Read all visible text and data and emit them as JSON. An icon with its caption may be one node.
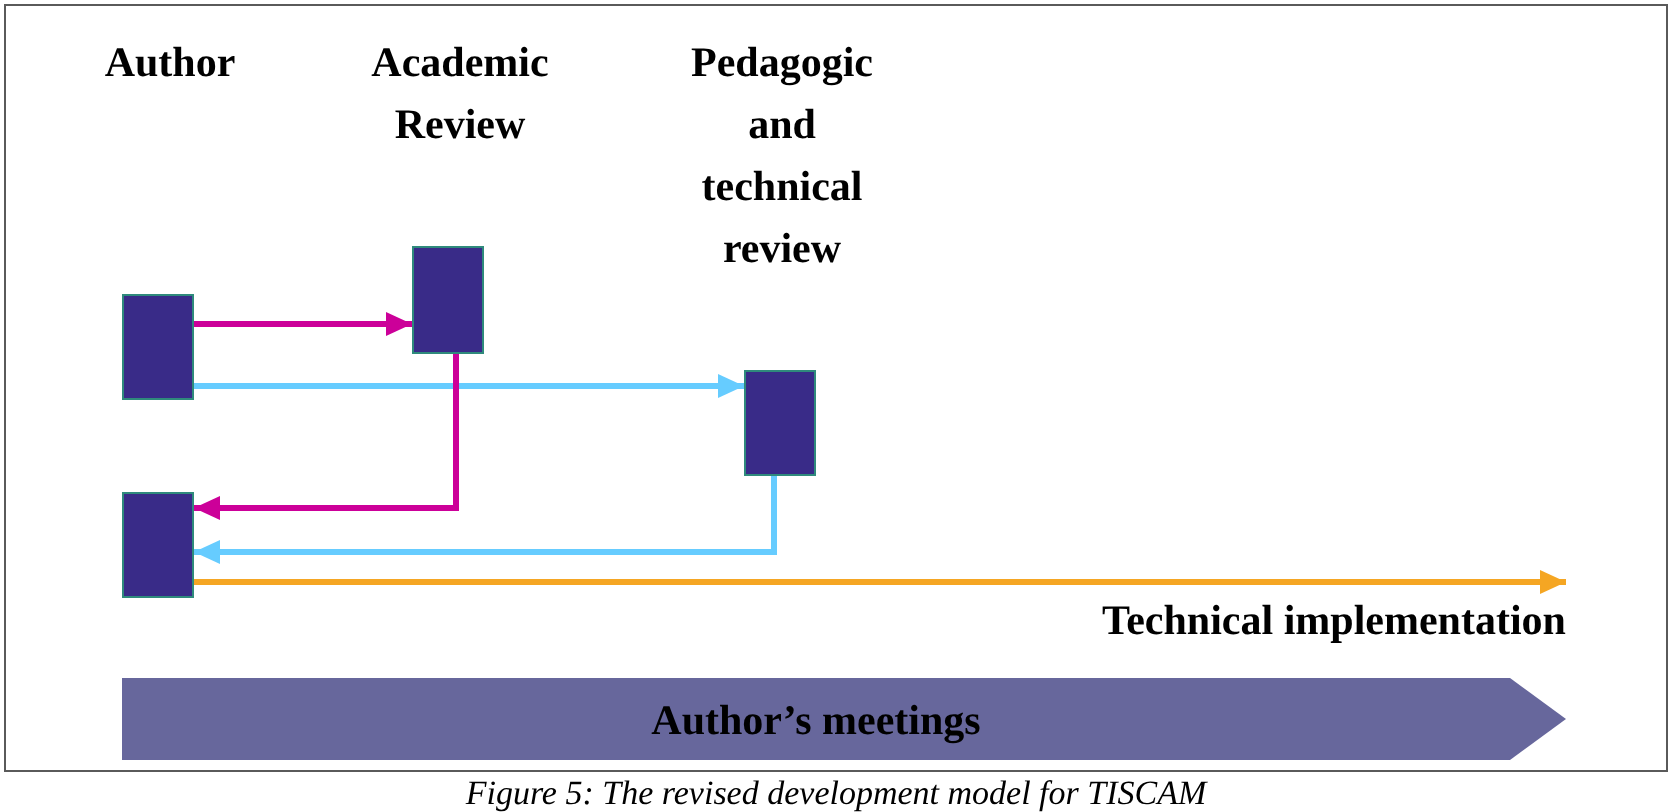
{
  "diagram": {
    "caption": "Figure 5: The revised development model for TISCAM",
    "nodes": [
      {
        "text": [],
        "shape": "box"
      },
      {
        "text": [],
        "shape": "box"
      },
      {
        "text": [],
        "shape": "box"
      },
      {
        "text": [],
        "shape": "box"
      },
      {
        "text": [
          "Technical implementation"
        ]
      },
      {
        "text": [
          "Author’s meetings"
        ]
      }
    ],
    "edges": [
      {
        "from": 0,
        "to": 1,
        "arrow": "to",
        "color": "#cc0099"
      },
      {
        "from": 0,
        "to": 2,
        "arrow": "to",
        "color": "#66ccff"
      },
      {
        "from": 1,
        "to": 3,
        "arrow": "to",
        "color": "#cc0099"
      },
      {
        "from": 2,
        "to": 3,
        "arrow": "to",
        "color": "#66ccff"
      },
      {
        "from": 3,
        "to": 4,
        "arrow": "to",
        "color": "#f5a623"
      }
    ],
    "labels": [
      "Author",
      "Academic Review",
      "Pedagogic and technical review"
    ]
  }
}
